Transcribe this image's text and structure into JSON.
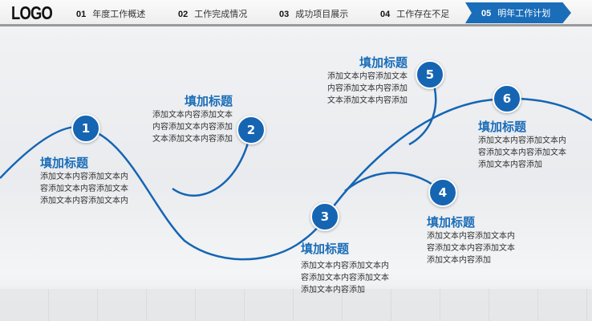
{
  "header": {
    "logo": "LOGO",
    "nav": [
      {
        "num": "01",
        "label": "年度工作概述"
      },
      {
        "num": "02",
        "label": "工作完成情况"
      },
      {
        "num": "03",
        "label": "成功项目展示"
      },
      {
        "num": "04",
        "label": "工作存在不足"
      },
      {
        "num": "05",
        "label": "明年工作计划",
        "active": true
      }
    ]
  },
  "accent": "#1565b3",
  "items": [
    {
      "num": "1",
      "title": "填加标题",
      "lines": [
        "添加文本内容添加文本内",
        "容添加文本内容添加文本",
        "添加文本内容添加文本内"
      ]
    },
    {
      "num": "2",
      "title": "填加标题",
      "lines": [
        "添加文本内容添加文本",
        "内容添加文本内容添加",
        "文本添加文本内容添加"
      ]
    },
    {
      "num": "3",
      "title": "填加标题",
      "lines": [
        "添加文本内容添加文本内",
        "容添加文本内容添加文本",
        "添加文本内容添加"
      ]
    },
    {
      "num": "4",
      "title": "填加标题",
      "lines": [
        "添加文本内容添加文本内",
        "容添加文本内容添加文本",
        "添加文本内容添加"
      ]
    },
    {
      "num": "5",
      "title": "填加标题",
      "lines": [
        "添加文本内容添加文本",
        "内容添加文本内容添加",
        "文本添加文本内容添加"
      ]
    },
    {
      "num": "6",
      "title": "填加标题",
      "lines": [
        "添加文本内容添加文本内",
        "容添加文本内容添加文本",
        "添加文本内容添加"
      ]
    }
  ]
}
